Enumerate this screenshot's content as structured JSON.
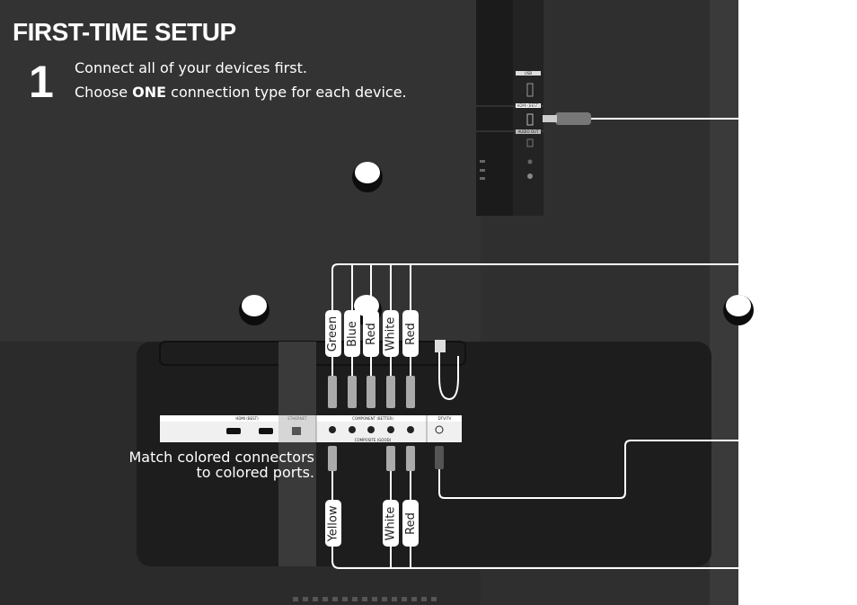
{
  "heading": {
    "title": "FIRST-TIME SETUP",
    "step": "1"
  },
  "instructions": {
    "line1": "Connect all of your devices first.",
    "line2_prefix": "Choose ",
    "line2_bold": "ONE",
    "line2_suffix": " connection type for each device."
  },
  "note": {
    "line1": "Match colored connectors",
    "line2": "to colored ports."
  },
  "cable_labels": {
    "component": [
      "Green",
      "Blue",
      "Red",
      "White",
      "Red"
    ],
    "composite": [
      "Yellow",
      "White",
      "Red"
    ]
  },
  "side_panel": {
    "usb": "USB",
    "hdmi": "HDMI (BEST)",
    "audio_out": "AUDIO OUT"
  },
  "back_panel": {
    "hdmi": "HDMI (BEST)",
    "ethernet": "ETHERNET",
    "component": "COMPONENT (BETTER)",
    "composite": "COMPOSITE (GOOD)",
    "dtv": "DTV/TV"
  }
}
